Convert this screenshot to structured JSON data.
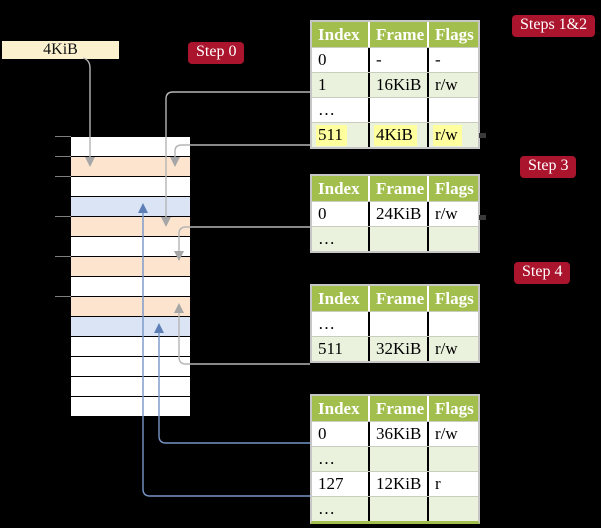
{
  "colors": {
    "background": "#000000",
    "badge_bg": "#AA142D",
    "badge_text": "#FFFFFF",
    "table_header_bg": "#A2BE4D",
    "table_header_text": "#FFFFFF",
    "table_row_bg": "#FFFFFF",
    "table_row_alt_bg": "#EAF1DC",
    "table_border": "#C6C6C6",
    "highlight_bg": "#FFFF9E",
    "memory_white": "#FFFFFF",
    "memory_peach": "#FCE4CF",
    "memory_blue": "#DAE4F4",
    "label_box_bg": "#FBF1CF",
    "arrow_gray": "#B5B5B5",
    "arrow_gray_head": "#A6A6A6",
    "arrow_blue": "#7796C8",
    "arrow_blue_head": "#5E7FB5",
    "tick_color": "#7F7F7F",
    "text_color": "#000000"
  },
  "frame_label": {
    "text": "4KiB"
  },
  "badges": {
    "steps12": "Steps 1&2",
    "step0": "Step 0",
    "step3": "Step 3",
    "step4": "Step 4"
  },
  "memory": {
    "rows": [
      "white",
      "peach",
      "white",
      "blue",
      "peach",
      "white",
      "peach",
      "white",
      "peach",
      "blue",
      "white",
      "white",
      "white",
      "white"
    ],
    "ticks_at_rows": [
      0,
      1,
      2,
      4,
      6,
      8
    ]
  },
  "tables": [
    {
      "name": "page-table-steps-1-2",
      "headers": [
        "Index",
        "Frame",
        "Flags"
      ],
      "rows": [
        {
          "cells": [
            "0",
            "-",
            "-"
          ],
          "alt": false,
          "hl": false
        },
        {
          "cells": [
            "1",
            "16KiB",
            "r/w"
          ],
          "alt": true,
          "hl": false
        },
        {
          "cells": [
            "…",
            "",
            ""
          ],
          "alt": false,
          "hl": false
        },
        {
          "cells": [
            "511",
            "4KiB",
            "r/w"
          ],
          "alt": true,
          "hl": true
        }
      ]
    },
    {
      "name": "page-table-step-3",
      "headers": [
        "Index",
        "Frame",
        "Flags"
      ],
      "rows": [
        {
          "cells": [
            "0",
            "24KiB",
            "r/w"
          ],
          "alt": false,
          "hl": false
        },
        {
          "cells": [
            "…",
            "",
            ""
          ],
          "alt": true,
          "hl": false
        }
      ]
    },
    {
      "name": "page-table-step-4",
      "headers": [
        "Index",
        "Frame",
        "Flags"
      ],
      "rows": [
        {
          "cells": [
            "…",
            "",
            ""
          ],
          "alt": false,
          "hl": false
        },
        {
          "cells": [
            "511",
            "32KiB",
            "r/w"
          ],
          "alt": true,
          "hl": false
        }
      ]
    },
    {
      "name": "page-table-bottom",
      "headers": [
        "Index",
        "Frame",
        "Flags"
      ],
      "rows": [
        {
          "cells": [
            "0",
            "36KiB",
            "r/w"
          ],
          "alt": false,
          "hl": false
        },
        {
          "cells": [
            "…",
            "",
            ""
          ],
          "alt": true,
          "hl": false
        },
        {
          "cells": [
            "127",
            "12KiB",
            "r"
          ],
          "alt": false,
          "hl": false
        },
        {
          "cells": [
            "…",
            "",
            ""
          ],
          "alt": true,
          "hl": false
        }
      ]
    }
  ]
}
